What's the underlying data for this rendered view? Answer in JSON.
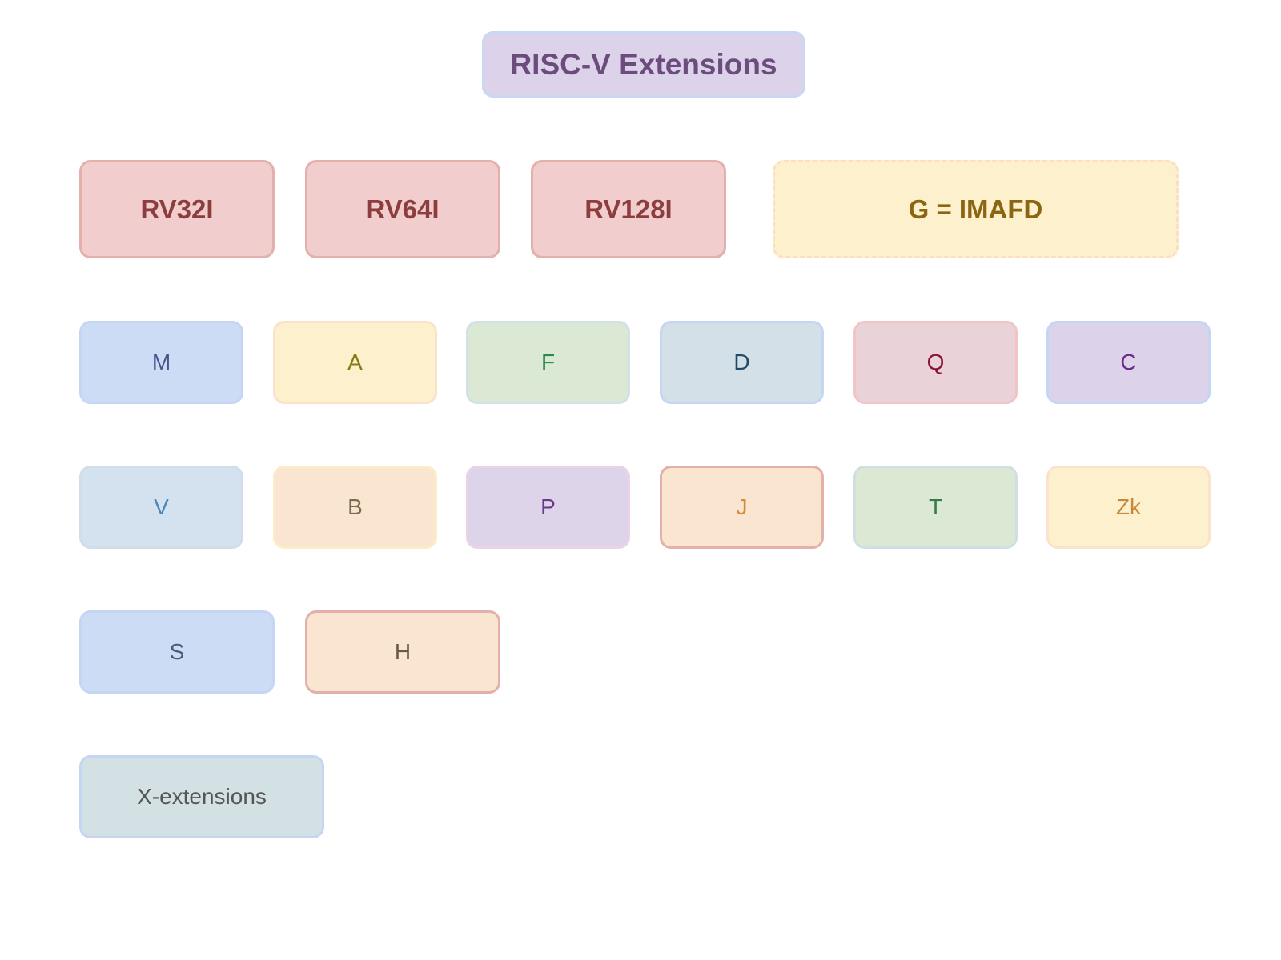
{
  "title": {
    "label": "RISC-V Extensions",
    "bg": "#dcd3ea",
    "border": "#c8d8f4",
    "color": "#6b4c7c"
  },
  "base_isas": [
    {
      "label": "RV32I",
      "bg": "#f1cdcd",
      "border": "#e3b0ab",
      "color": "#8c3e3e"
    },
    {
      "label": "RV64I",
      "bg": "#f1cdcd",
      "border": "#e3b0ab",
      "color": "#8c3e3e"
    },
    {
      "label": "RV128I",
      "bg": "#f1cdcd",
      "border": "#e3b0ab",
      "color": "#8c3e3e"
    }
  ],
  "group": {
    "label": "G = IMAFD",
    "bg": "#fdf0cc",
    "border": "#fbdfc0",
    "color": "#8a6512"
  },
  "extensions": [
    {
      "label": "M",
      "bg": "#cddcf5",
      "border": "#c5d6f4",
      "color": "#45558e"
    },
    {
      "label": "A",
      "bg": "#fdf1cd",
      "border": "#fbe2cd",
      "color": "#8a7a14"
    },
    {
      "label": "F",
      "bg": "#dbe9d4",
      "border": "#d2e0e8",
      "color": "#2e8a4c"
    },
    {
      "label": "D",
      "bg": "#d3e0e7",
      "border": "#c5d6f4",
      "color": "#1e4a66"
    },
    {
      "label": "Q",
      "bg": "#ead2d9",
      "border": "#f1c5c5",
      "color": "#8a1238"
    },
    {
      "label": "C",
      "bg": "#dcd3ea",
      "border": "#c5d6f4",
      "color": "#6a2a8a"
    },
    {
      "label": "V",
      "bg": "#d4e2ef",
      "border": "#d1dee8",
      "color": "#4a86b8"
    },
    {
      "label": "B",
      "bg": "#f9e5d0",
      "border": "#fdecc8",
      "color": "#7a6a52"
    },
    {
      "label": "P",
      "bg": "#ded4ea",
      "border": "#ecd2e4",
      "color": "#6a3a8a"
    },
    {
      "label": "J",
      "bg": "#f9e5d0",
      "border": "#e3b0ab",
      "color": "#d88a3a"
    },
    {
      "label": "T",
      "bg": "#dbe9d4",
      "border": "#d1dee2",
      "color": "#3a7a4a"
    },
    {
      "label": "Zk",
      "bg": "#fdf1cd",
      "border": "#fbe2cd",
      "color": "#c88a3a"
    },
    {
      "label": "S",
      "bg": "#cddcf5",
      "border": "#c5d6f4",
      "color": "#4a5a7a"
    },
    {
      "label": "H",
      "bg": "#f9e5d0",
      "border": "#e3b0ab",
      "color": "#6a5a4a"
    },
    {
      "label": "X-extensions",
      "bg": "#d3e0e4",
      "border": "#c5d6f4",
      "color": "#555555"
    }
  ]
}
